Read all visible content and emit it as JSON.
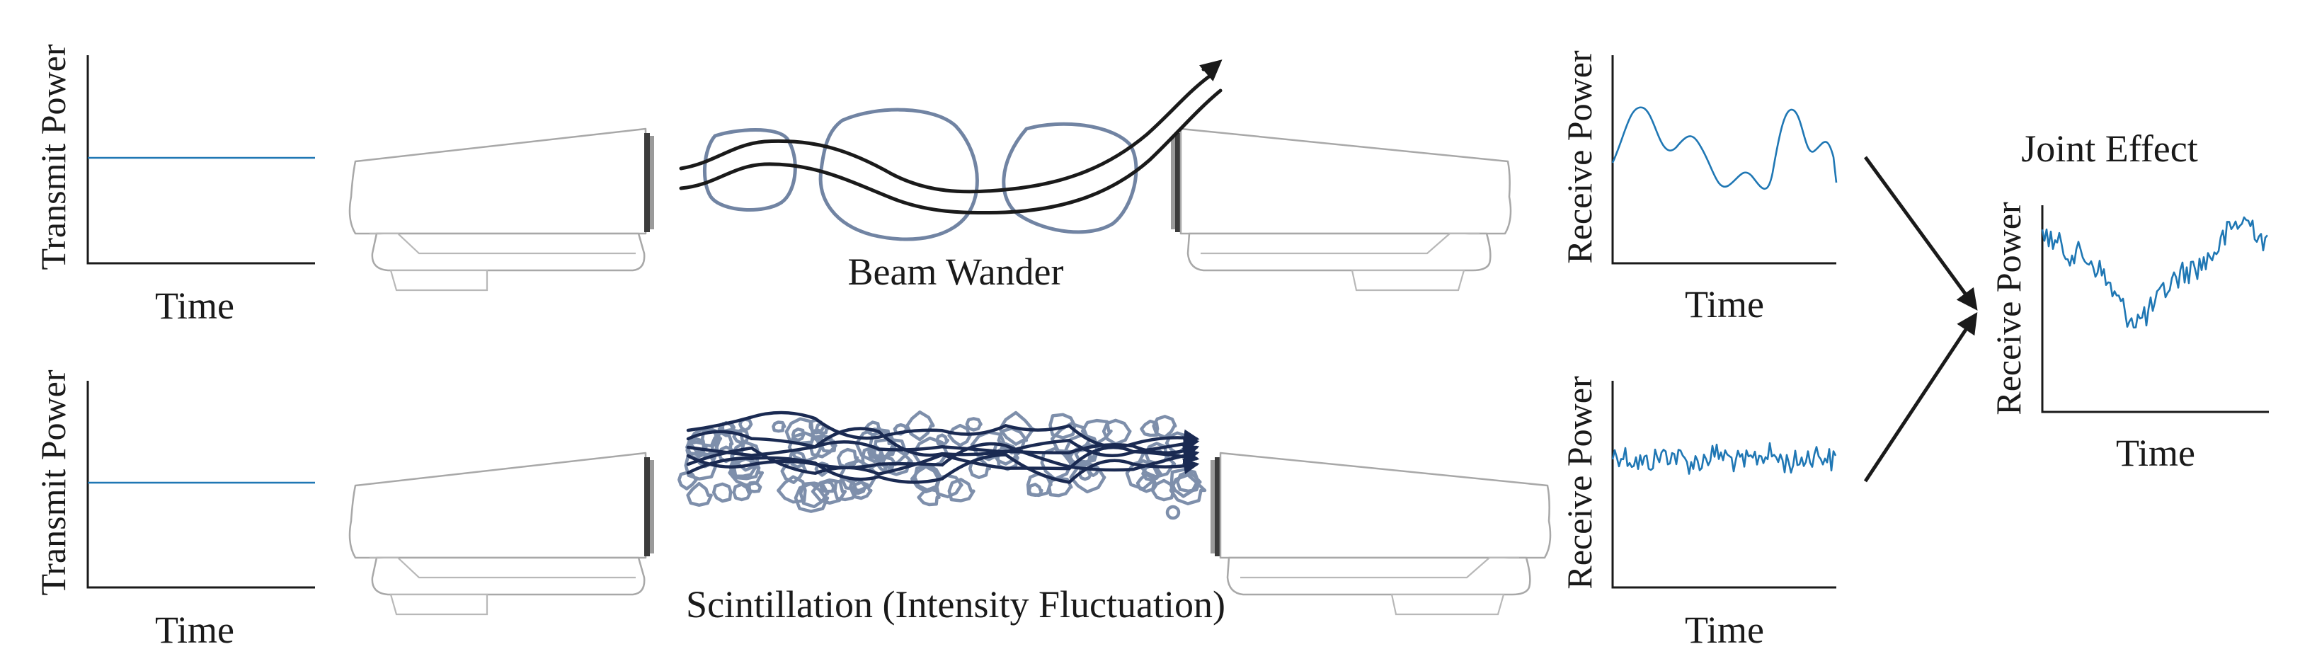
{
  "figure": {
    "beam_wander_caption": "Beam Wander",
    "scintillation_caption": "Scintillation (Intensity Fluctuation)",
    "joint_effect_title": "Joint Effect"
  },
  "plots": {
    "transmit_top": {
      "ylabel": "Transmit Power",
      "xlabel": "Time",
      "signal": "constant",
      "level": 0.5
    },
    "transmit_bottom": {
      "ylabel": "Transmit Power",
      "xlabel": "Time",
      "signal": "constant",
      "level": 0.5
    },
    "receive_top": {
      "ylabel": "Receive Power",
      "xlabel": "Time",
      "signal": "slow-fluctuation"
    },
    "receive_bottom": {
      "ylabel": "Receive Power",
      "xlabel": "Time",
      "signal": "fast-fluctuation"
    },
    "joint": {
      "ylabel": "Receive Power",
      "xlabel": "Time",
      "signal": "combined-fluctuation"
    }
  },
  "colors": {
    "signal": "#1f77b4",
    "eddy": "#7184a3",
    "beam_wander": "#1a1a1a",
    "scintillation_beam": "#1a2a52",
    "terminal_outline": "#a8a8a8"
  },
  "icons": {
    "terminal": "optical-terminal-icon",
    "eddy": "turbulence-eddy-icon",
    "arrow": "arrow-icon"
  }
}
